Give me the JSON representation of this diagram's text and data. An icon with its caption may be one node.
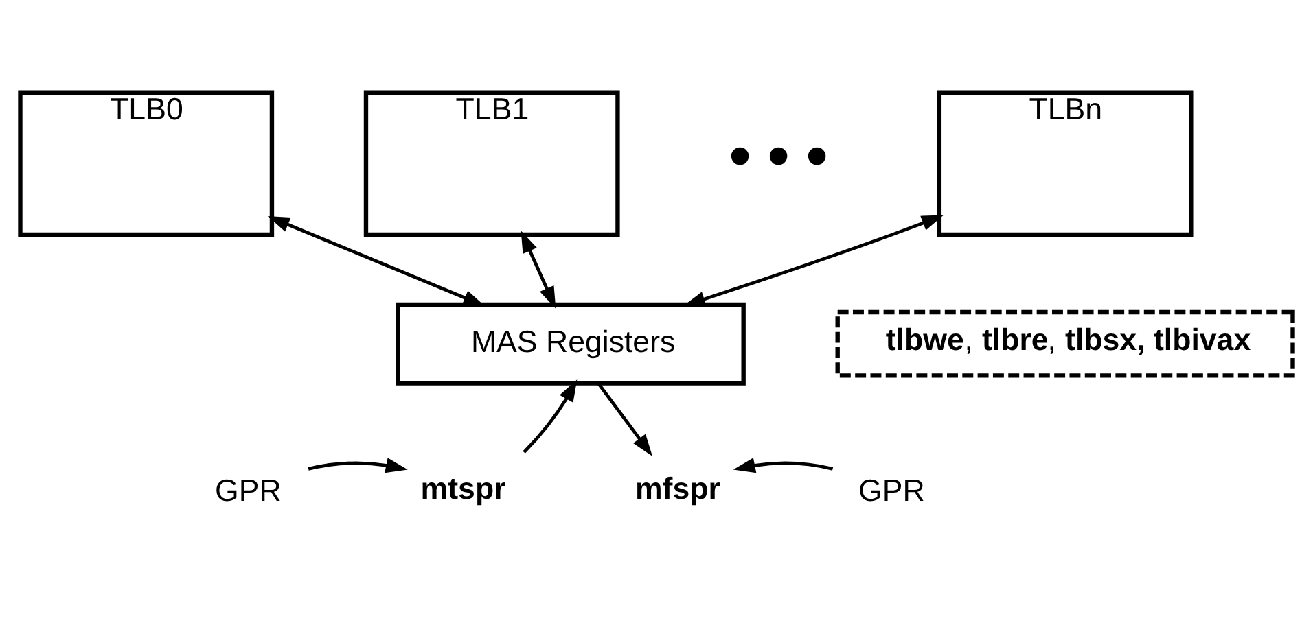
{
  "diagram": {
    "nodes": [
      {
        "text": [
          "TLB0"
        ]
      },
      {
        "text": [
          "TLB1"
        ]
      },
      {
        "text": [
          "TLBn"
        ]
      },
      {
        "text": [
          "**tlbwe**, **tlbre**, **tlbsx, tlbivax**"
        ]
      },
      {
        "text": [
          "MAS Registers"
        ]
      },
      {
        "text": [
          "mtspr"
        ]
      },
      {
        "text": [
          "mfspr"
        ]
      },
      {
        "text": [
          "GPR"
        ]
      },
      {
        "text": [
          "GPR"
        ]
      }
    ],
    "edges": [
      {
        "from": 0,
        "to": 4,
        "arrow": "both"
      },
      {
        "from": 1,
        "to": 4,
        "arrow": "both"
      },
      {
        "from": 2,
        "to": 4,
        "arrow": "both"
      },
      {
        "from": 5,
        "to": 4,
        "arrow": "to"
      },
      {
        "from": 4,
        "to": 6,
        "arrow": "to"
      },
      {
        "from": 7,
        "to": 5,
        "arrow": "to"
      },
      {
        "from": 8,
        "to": 6,
        "arrow": "to"
      }
    ],
    "labels": [
      "• • •"
    ]
  }
}
